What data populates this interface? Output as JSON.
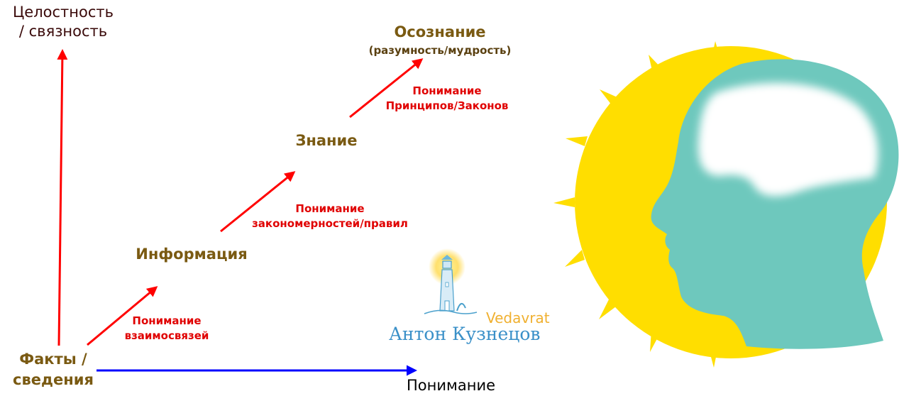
{
  "axes": {
    "y_label_line1": "Целостность",
    "y_label_line2": "/ связность",
    "x_label": "Понимание",
    "y_color": "#ff0000",
    "x_color": "#0000ff"
  },
  "stages": [
    {
      "label_line1": "Факты /",
      "label_line2": "сведения"
    },
    {
      "label": "Информация"
    },
    {
      "label": "Знание"
    },
    {
      "label": "Осознание",
      "sublabel": "(разумность/мудрость)"
    }
  ],
  "transitions": [
    {
      "line1": "Понимание",
      "line2": "взаимосвязей"
    },
    {
      "line1": "Понимание",
      "line2": "закономерностей/правил"
    },
    {
      "line1": "Понимание",
      "line2": "Принципов/Законов"
    }
  ],
  "logo": {
    "brand": "Vedavrat",
    "name": "Антон Кузнецов",
    "icon": "lighthouse-icon"
  },
  "illustration": {
    "icon": "sun-head-brain-icon",
    "sun_color": "#ffde00",
    "head_color": "#6ec8bd"
  },
  "colors": {
    "stage_text": "#7a5a12",
    "transition_text": "#e00000",
    "arrow": "#ff0000"
  }
}
